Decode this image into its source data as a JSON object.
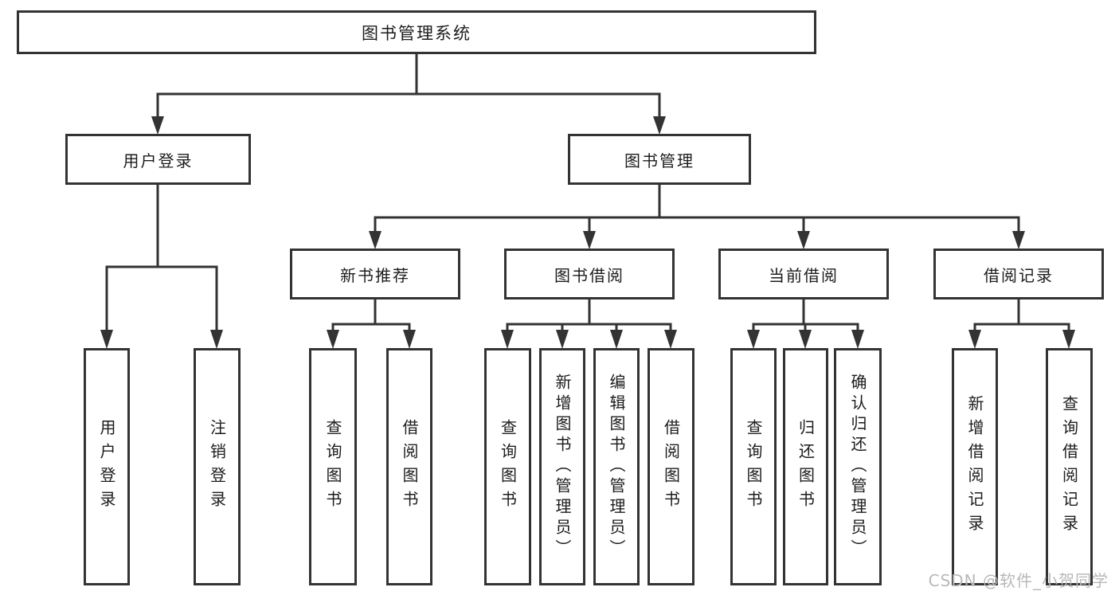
{
  "diagram": {
    "title": "图书管理系统",
    "level2": {
      "user_login": "用户登录",
      "book_management": "图书管理"
    },
    "level3": {
      "new_book_recommend": "新书推荐",
      "book_borrow": "图书借阅",
      "current_borrow": "当前借阅",
      "borrow_records": "借阅记录"
    },
    "leaves": {
      "user_login": "用户登录",
      "logout_login": "注销登录",
      "query_book_1": "查询图书",
      "borrow_book_1": "借阅图书",
      "query_book_2": "查询图书",
      "add_book_admin": "新增图书（管理员）",
      "edit_book_admin": "编辑图书（管理员）",
      "borrow_book_2": "借阅图书",
      "query_book_3": "查询图书",
      "return_book": "归还图书",
      "confirm_return_admin": "确认归还（管理员）",
      "add_borrow_record": "新增借阅记录",
      "query_borrow_record": "查询借阅记录"
    }
  },
  "watermark": {
    "text": "CSDN @软件_小贺同学"
  },
  "colors": {
    "line": "#333333",
    "border": "#333333",
    "text": "#1c1c1c",
    "watermark": "#b8b8b8",
    "background": "#ffffff"
  }
}
